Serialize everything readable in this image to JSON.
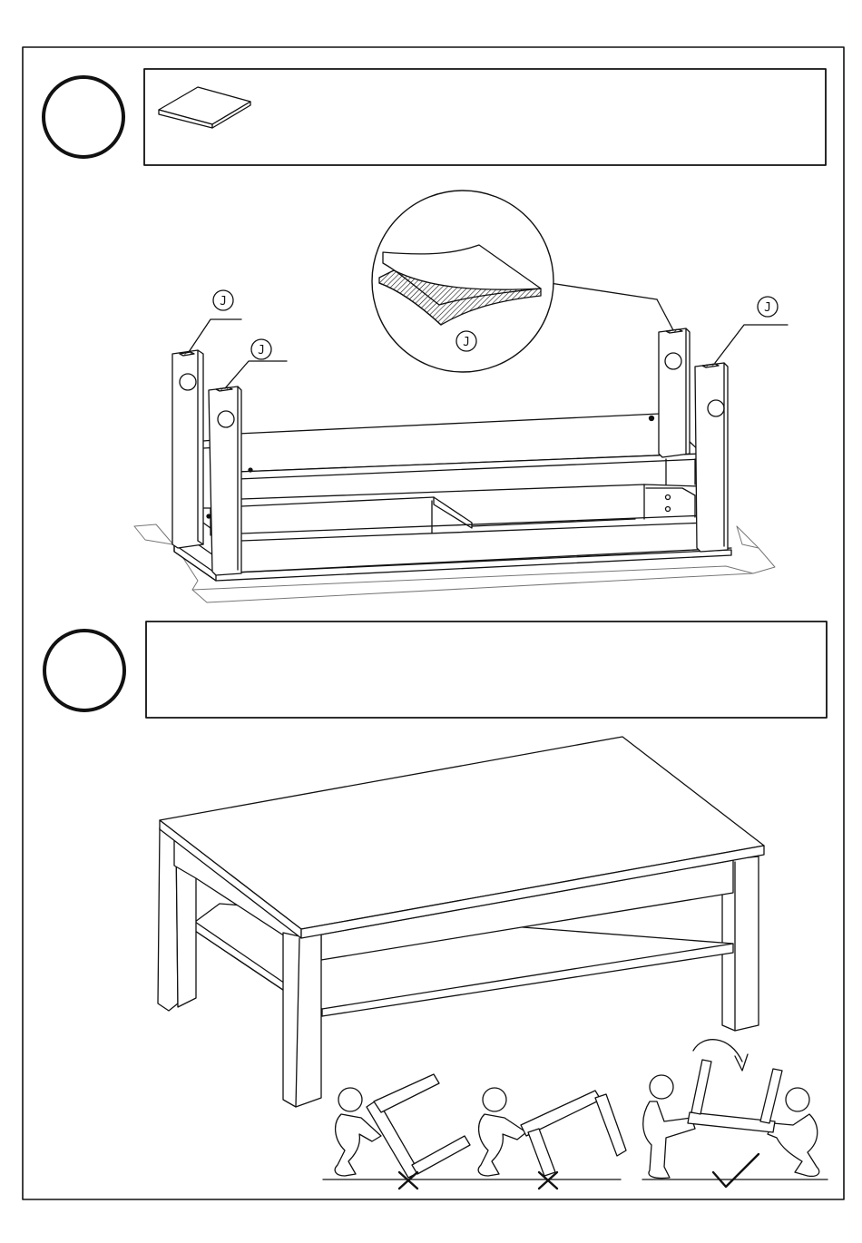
{
  "page": {
    "steps": [
      {
        "number": "",
        "parts_box": {
          "items": [
            {
              "icon": "felt-pad-sheet-icon"
            }
          ]
        }
      },
      {
        "number": "",
        "parts_box": {
          "items": []
        }
      }
    ]
  },
  "callouts": {
    "pad_label": "J",
    "leg_front_left_label": "J",
    "leg_back_left_label": "J",
    "leg_back_right_label": "J"
  },
  "warnings": {
    "wrong_1": "cross-icon",
    "wrong_2": "cross-icon",
    "right": "check-icon"
  }
}
